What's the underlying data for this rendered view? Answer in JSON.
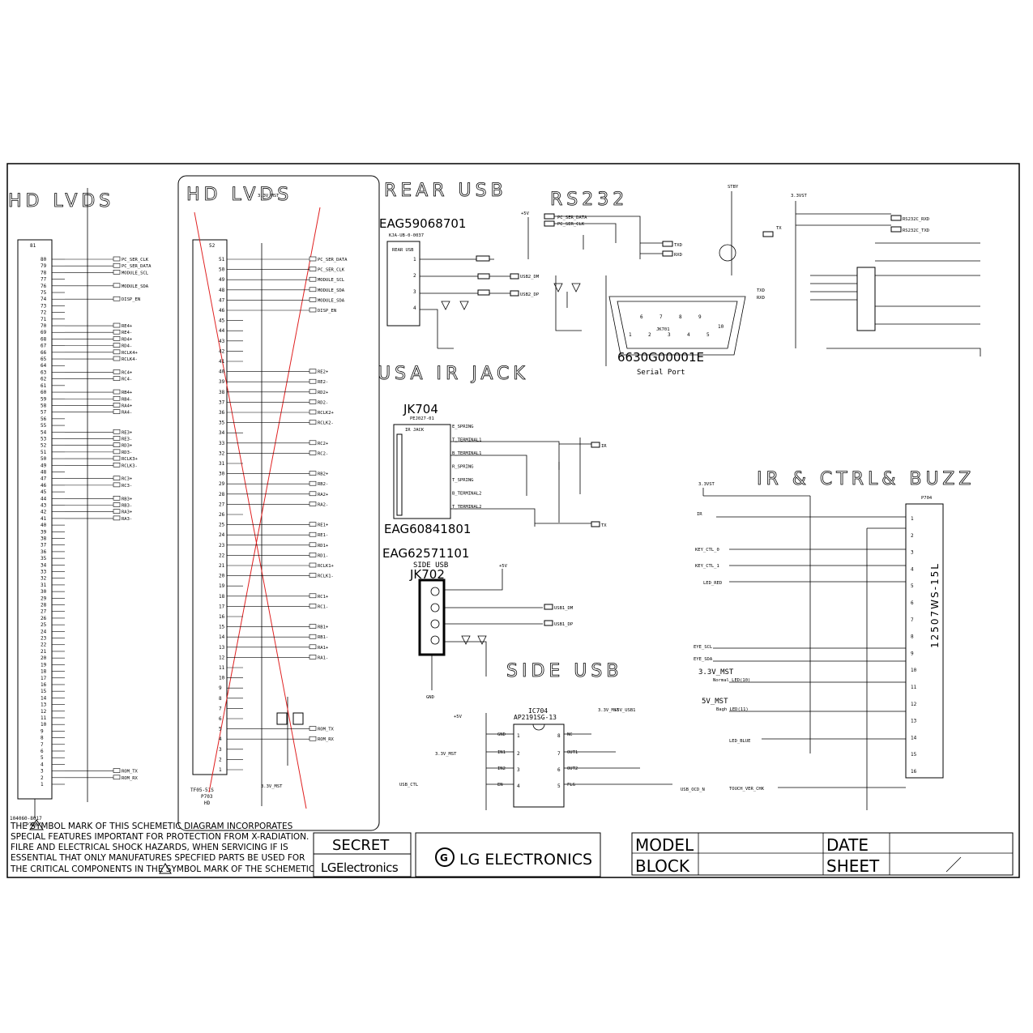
{
  "sections": {
    "hd_lvds_left": "HD LVDS",
    "hd_lvds_right": "HD LVDS",
    "rear_usb": "REAR USB",
    "rs232": "RS232",
    "usa_ir_jack": "USA IR JACK",
    "ir_ctrl_buzz": "IR & CTRL& BUZZ",
    "side_usb": "SIDE USB"
  },
  "parts": {
    "left_connector_ref": "81",
    "left_connector_part": "104060-8017",
    "left_connector_sub": "P700",
    "right_connector_part": "TF05-51S",
    "right_connector_ref": "P703",
    "right_connector_sub": "HD",
    "rear_usb_code": "EAG59068701",
    "rear_usb_jack": "KJA-UB-0-0037",
    "rear_usb_box": "REAR USB",
    "serial_part": "6630G00001E",
    "serial_label": "Serial Port",
    "serial_ref": "JK701",
    "ir_jack_ref": "JK704",
    "ir_jack_part": "PEJ027-01",
    "ir_jack_box": "IR JACK",
    "ir_jack_code": "EAG60841801",
    "side_usb_code": "EAG62571101",
    "side_usb_label": "SIDE USB",
    "side_usb_ref": "JK702",
    "ic704": "IC704",
    "ic704_part": "AP2191SG-13",
    "p704": "P704",
    "p704_part": "12507WS-15L",
    "ir_ref": "IR"
  },
  "power": {
    "v33_mst": "3.3V_MST",
    "stby": "STBY",
    "v5": "+5V",
    "v33st": "3.3VST",
    "v5_mst": "5V_MST",
    "v5_usb1": "+5V_USB1",
    "gnd": "GND"
  },
  "left_pins": [
    "80",
    "79",
    "78",
    "77",
    "76",
    "75",
    "74",
    "73",
    "72",
    "71",
    "70",
    "69",
    "68",
    "67",
    "66",
    "65",
    "64",
    "63",
    "62",
    "61",
    "60",
    "59",
    "58",
    "57",
    "56",
    "55",
    "54",
    "53",
    "52",
    "51",
    "50",
    "49",
    "48",
    "47",
    "46",
    "45",
    "44",
    "43",
    "42",
    "41",
    "40",
    "39",
    "38",
    "37",
    "36",
    "35",
    "34",
    "33",
    "32",
    "31",
    "30",
    "29",
    "28",
    "27",
    "26",
    "25",
    "24",
    "23",
    "22",
    "21",
    "20",
    "19",
    "18",
    "17",
    "16",
    "15",
    "14",
    "13",
    "12",
    "11",
    "10",
    "9",
    "8",
    "7",
    "6",
    "5",
    "4",
    "3",
    "2",
    "1"
  ],
  "left_signals": [
    {
      "pin": "80",
      "label": "PC_SER_CLK"
    },
    {
      "pin": "79",
      "label": "PC_SER_DATA"
    },
    {
      "pin": "78",
      "label": "MODULE_SCL"
    },
    {
      "pin": "76",
      "label": "MODULE_SDA"
    },
    {
      "pin": "74",
      "label": "DISP_EN"
    },
    {
      "pin": "70",
      "label": "RE4+"
    },
    {
      "pin": "69",
      "label": "RE4-"
    },
    {
      "pin": "68",
      "label": "RD4+"
    },
    {
      "pin": "67",
      "label": "RD4-"
    },
    {
      "pin": "66",
      "label": "RCLK4+"
    },
    {
      "pin": "65",
      "label": "RCLK4-"
    },
    {
      "pin": "63",
      "label": "RC4+"
    },
    {
      "pin": "62",
      "label": "RC4-"
    },
    {
      "pin": "60",
      "label": "RB4+"
    },
    {
      "pin": "59",
      "label": "RB4-"
    },
    {
      "pin": "58",
      "label": "RA4+"
    },
    {
      "pin": "57",
      "label": "RA4-"
    },
    {
      "pin": "54",
      "label": "RE3+"
    },
    {
      "pin": "53",
      "label": "RE3-"
    },
    {
      "pin": "52",
      "label": "RD3+"
    },
    {
      "pin": "51",
      "label": "RD3-"
    },
    {
      "pin": "50",
      "label": "RCLK3+"
    },
    {
      "pin": "49",
      "label": "RCLK3-"
    },
    {
      "pin": "47",
      "label": "RC3+"
    },
    {
      "pin": "46",
      "label": "RC3-"
    },
    {
      "pin": "44",
      "label": "RB3+"
    },
    {
      "pin": "43",
      "label": "RB3-"
    },
    {
      "pin": "42",
      "label": "RA3+"
    },
    {
      "pin": "41",
      "label": "RA3-"
    },
    {
      "pin": "3",
      "label": "ROM_TX"
    },
    {
      "pin": "2",
      "label": "ROM_RX"
    }
  ],
  "right_pins": [
    "51",
    "50",
    "49",
    "48",
    "47",
    "46",
    "45",
    "44",
    "43",
    "42",
    "41",
    "40",
    "39",
    "38",
    "37",
    "36",
    "35",
    "34",
    "33",
    "32",
    "31",
    "30",
    "29",
    "28",
    "27",
    "26",
    "25",
    "24",
    "23",
    "22",
    "21",
    "20",
    "19",
    "18",
    "17",
    "16",
    "15",
    "14",
    "13",
    "12",
    "11",
    "10",
    "9",
    "8",
    "7",
    "6",
    "5",
    "4",
    "3",
    "2",
    "1"
  ],
  "right_signals": [
    {
      "pin": "51",
      "label": "PC_SER_DATA"
    },
    {
      "pin": "50",
      "label": "PC_SER_CLK"
    },
    {
      "pin": "49",
      "label": "MODULE_SCL"
    },
    {
      "pin": "48",
      "label": "MODULE_SDA"
    },
    {
      "pin": "47",
      "label": "MODULE_SDA"
    },
    {
      "pin": "46",
      "label": "DISP_EN"
    },
    {
      "pin": "40",
      "label": "RE2+"
    },
    {
      "pin": "39",
      "label": "RE2-"
    },
    {
      "pin": "38",
      "label": "RD2+"
    },
    {
      "pin": "37",
      "label": "RD2-"
    },
    {
      "pin": "36",
      "label": "RCLK2+"
    },
    {
      "pin": "35",
      "label": "RCLK2-"
    },
    {
      "pin": "33",
      "label": "RC2+"
    },
    {
      "pin": "32",
      "label": "RC2-"
    },
    {
      "pin": "30",
      "label": "RB2+"
    },
    {
      "pin": "29",
      "label": "RB2-"
    },
    {
      "pin": "28",
      "label": "RA2+"
    },
    {
      "pin": "27",
      "label": "RA2-"
    },
    {
      "pin": "25",
      "label": "RE1+"
    },
    {
      "pin": "24",
      "label": "RE1-"
    },
    {
      "pin": "23",
      "label": "RD1+"
    },
    {
      "pin": "22",
      "label": "RD1-"
    },
    {
      "pin": "21",
      "label": "RCLK1+"
    },
    {
      "pin": "20",
      "label": "RCLK1-"
    },
    {
      "pin": "18",
      "label": "RC1+"
    },
    {
      "pin": "17",
      "label": "RC1-"
    },
    {
      "pin": "15",
      "label": "RB1+"
    },
    {
      "pin": "14",
      "label": "RB1-"
    },
    {
      "pin": "13",
      "label": "RA1+"
    },
    {
      "pin": "12",
      "label": "RA1-"
    },
    {
      "pin": "5",
      "label": "ROM_TX"
    },
    {
      "pin": "4",
      "label": "ROM_RX"
    }
  ],
  "rear_usb_nets": [
    "USB2_DM",
    "USB2_DP"
  ],
  "rs232_nets": [
    "PC_SER_DATA",
    "PC_SER_CLK",
    "TXD",
    "RXD",
    "TX",
    "RS232C_RXD",
    "RS232C_TXD"
  ],
  "ir_jack_pins": [
    "E_SPRING",
    "T_TERMINAL1",
    "B_TERMINAL1",
    "R_SPRING",
    "T_SPRING",
    "B_TERMINAL2",
    "T_TERMINAL2"
  ],
  "ir_jack_nets": [
    "IR",
    "TX"
  ],
  "side_usb_nets": [
    "USB1_DM",
    "USB1_DP",
    "USB_CTL",
    "USB_OCD_N"
  ],
  "ic704_pins": {
    "left": [
      "GND",
      "IN1",
      "IN2",
      "EN"
    ],
    "right": [
      "NC",
      "OUT1",
      "OUT2",
      "FLG"
    ]
  },
  "ir_ctrl_nets": [
    "IR",
    "KEY_CTL_0",
    "KEY_CTL_1",
    "LED_RED",
    "EYE_SCL",
    "EYE_SDA",
    "LED_BLUE",
    "TOUCH_VER_CHK",
    "3.3V_MST",
    "5V_MST"
  ],
  "ir_ctrl_labels": [
    "Normal LED(10)",
    "Bagh LED(11)"
  ],
  "p704_pins": [
    "1",
    "2",
    "3",
    "4",
    "5",
    "6",
    "7",
    "8",
    "9",
    "10",
    "11",
    "12",
    "13",
    "14",
    "15",
    "16"
  ],
  "note": {
    "line1": "THE    SYMBOL MARK OF THIS SCHEMETIC DIAGRAM INCORPORATES",
    "line2": "SPECIAL FEATURES IMPORTANT FOR PROTECTION FROM X-RADIATION.",
    "line3": "FILRE AND ELECTRICAL SHOCK HAZARDS, WHEN SERVICING IF IS",
    "line4": "ESSENTIAL THAT ONLY MANUFATURES SPECFIED PARTS BE USED FOR",
    "line5": "THE CRITICAL COMPONENTS IN THE    SYMBOL MARK OF THE SCHEMETIC."
  },
  "title_block": {
    "secret": "SECRET",
    "lg_electronics": "LGElectronics",
    "brand": "LG ELECTRONICS",
    "model": "MODEL",
    "block": "BLOCK",
    "date": "DATE",
    "sheet": "SHEET"
  }
}
